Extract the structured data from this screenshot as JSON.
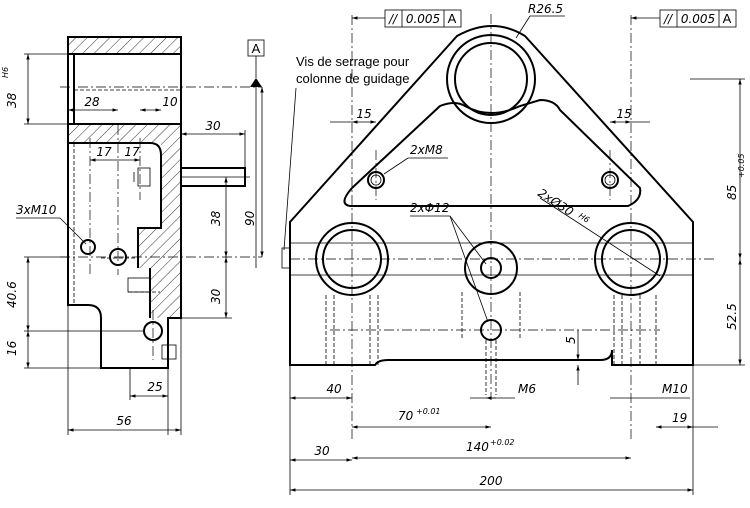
{
  "left_view": {
    "dims": {
      "d38": "38",
      "d38_tol": "H6",
      "d28": "28",
      "d10": "10",
      "d30_top": "30",
      "d17a": "17",
      "d17b": "17",
      "d3xm10": "3xM10",
      "d90": "90",
      "d30_bottom": "30",
      "d40_6": "40.6",
      "d16": "16",
      "d25": "25",
      "d56": "56"
    },
    "datum_label": "A"
  },
  "front_view": {
    "note_line1": "Vis de serrage pour",
    "note_line2": "colonne de guidage",
    "r26_5": "R26.5",
    "tol_left": {
      "symbol": "//",
      "value": "0.005",
      "datum": "A"
    },
    "tol_right": {
      "symbol": "//",
      "value": "0.005",
      "datum": "A"
    },
    "d15_left": "15",
    "d15_right": "15",
    "d2xm8": "2xM8",
    "d2xd12": "2xΦ12",
    "d2xd30": "2xØ30",
    "d2xd30_tol": "H6",
    "d85": "85",
    "d85_tol": "+0.05",
    "d52_5": "52.5",
    "d5": "5",
    "d40": "40",
    "m6": "M6",
    "m10": "M10",
    "d70": "70",
    "d70_tol": "+0.01",
    "d19": "19",
    "d140": "140",
    "d140_tol": "+0.02",
    "d30": "30",
    "d200": "200"
  }
}
